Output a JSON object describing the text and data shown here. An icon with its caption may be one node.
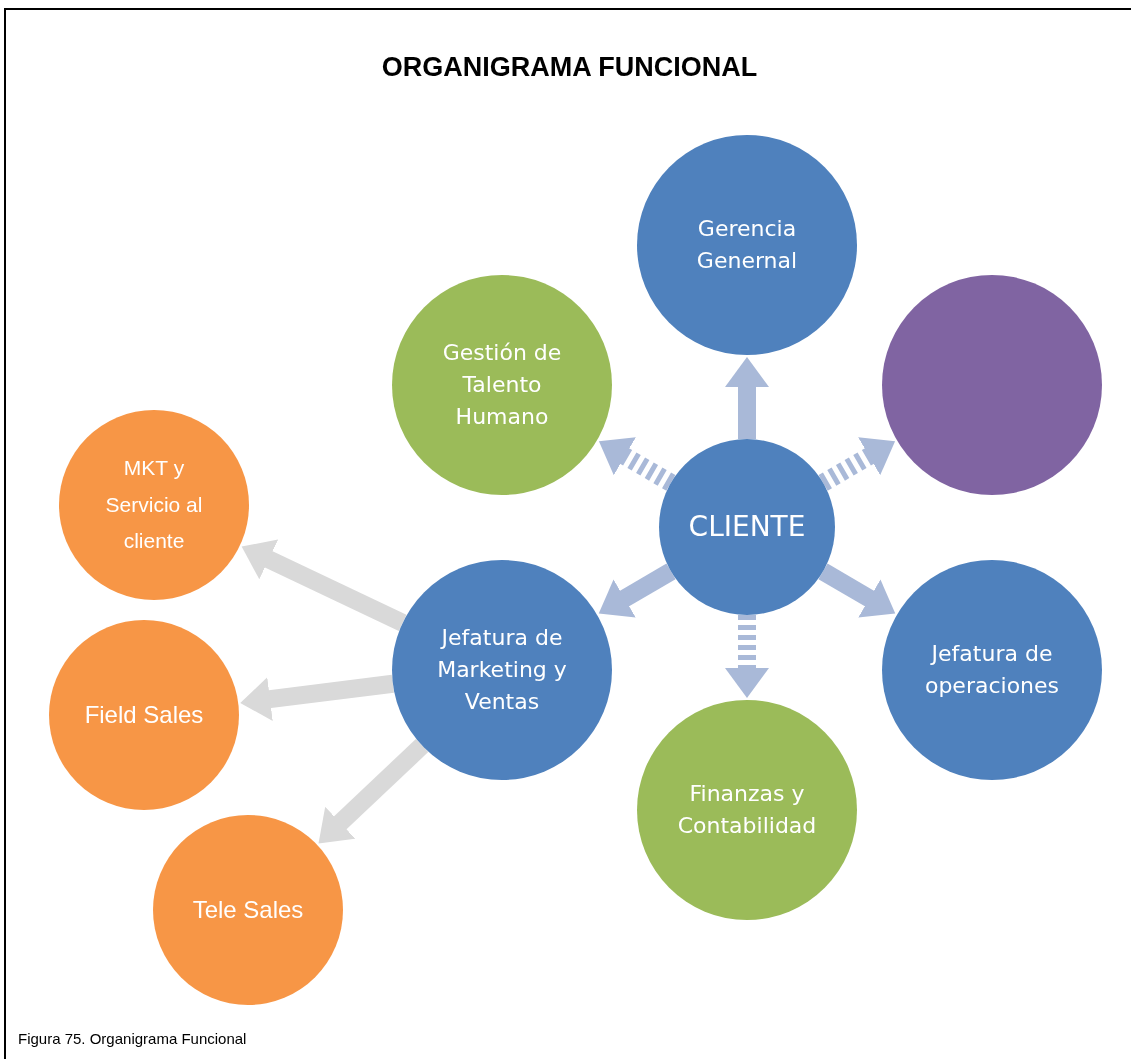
{
  "diagram": {
    "title": "ORGANIGRAMA FUNCIONAL",
    "caption": "Figura 75. Organigrama Funcional",
    "nodes": [
      {
        "text": [
          "Gerencia Genernal"
        ]
      },
      {
        "text": [],
        "shape": "circle"
      },
      {
        "text": [
          "Gestión de Talento Humano"
        ]
      },
      {
        "text": [
          "MKT y Servicio al cliente"
        ]
      },
      {
        "text": [
          "CLIENTE"
        ]
      },
      {
        "text": [
          "Jefatura de Marketing y Ventas"
        ]
      },
      {
        "text": [
          "Field Sales"
        ]
      },
      {
        "text": [
          "Jefatura de operaciones"
        ]
      },
      {
        "text": [
          "Finanzas y Contabilidad"
        ]
      },
      {
        "text": [
          "Tele Sales"
        ]
      }
    ],
    "edges": [
      {
        "from": 4,
        "to": 0,
        "arrow": "to"
      },
      {
        "from": 4,
        "to": 1,
        "arrow": "to",
        "style": "dashed"
      },
      {
        "from": 4,
        "to": 2,
        "arrow": "to",
        "style": "dashed"
      },
      {
        "from": 4,
        "to": 5,
        "arrow": "to"
      },
      {
        "from": 4,
        "to": 7,
        "arrow": "to"
      },
      {
        "from": 4,
        "to": 8,
        "arrow": "to",
        "style": "dashed"
      },
      {
        "from": 5,
        "to": 3,
        "arrow": "to",
        "color": "#d9d9d9"
      },
      {
        "from": 5,
        "to": 6,
        "arrow": "to",
        "color": "#d9d9d9"
      },
      {
        "from": 5,
        "to": 9,
        "arrow": "to",
        "color": "#d9d9d9"
      }
    ]
  }
}
